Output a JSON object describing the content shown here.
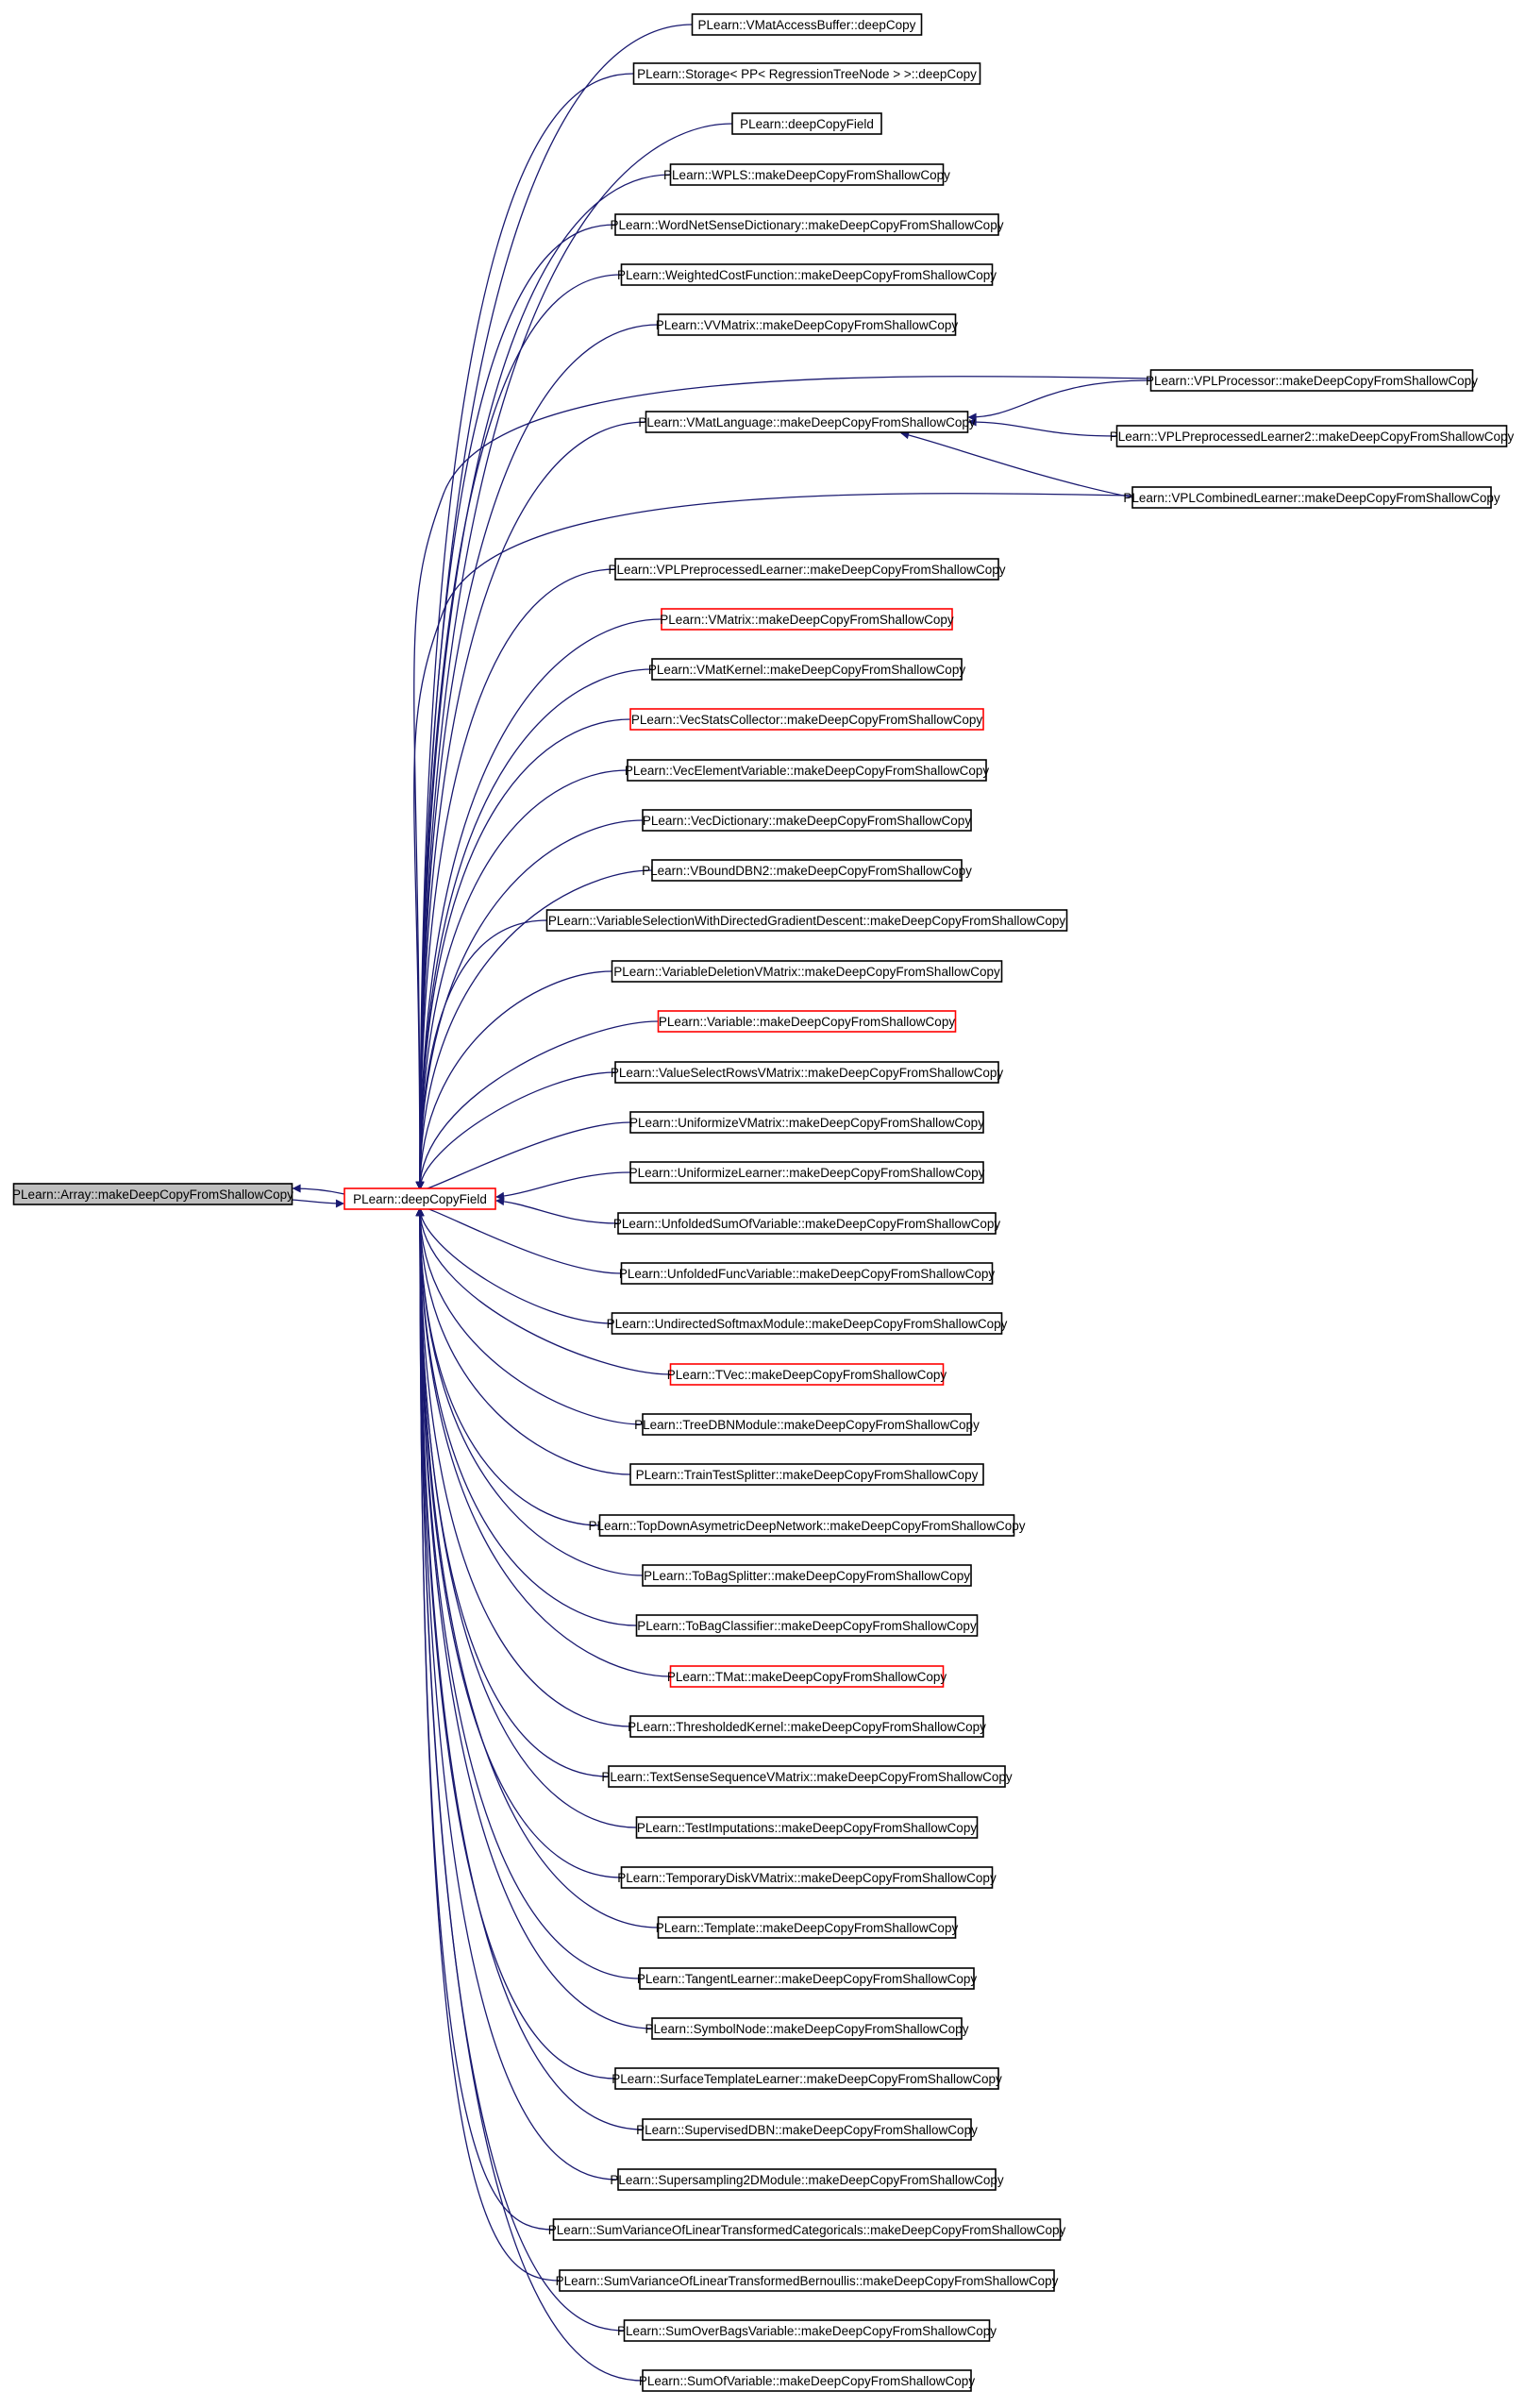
{
  "colors": {
    "edge": "#191970",
    "border_normal": "#000000",
    "border_highlight": "#ff0000",
    "root_fill": "#bfbfbf",
    "node_fill": "#ffffff"
  },
  "root": {
    "label": "PLearn::Array::makeDeepCopyFromShallowCopy"
  },
  "hub": {
    "label": "PLearn::deepCopyField"
  },
  "callers": [
    {
      "label": "PLearn::VMatAccessBuffer::deepCopy",
      "highlight": false
    },
    {
      "label": "PLearn::Storage< PP< RegressionTreeNode > >::deepCopy",
      "highlight": false
    },
    {
      "label": "PLearn::deepCopyField",
      "highlight": false
    },
    {
      "label": "PLearn::WPLS::makeDeepCopyFromShallowCopy",
      "highlight": false
    },
    {
      "label": "PLearn::WordNetSenseDictionary::makeDeepCopyFromShallowCopy",
      "highlight": false
    },
    {
      "label": "PLearn::WeightedCostFunction::makeDeepCopyFromShallowCopy",
      "highlight": false
    },
    {
      "label": "PLearn::VVMatrix::makeDeepCopyFromShallowCopy",
      "highlight": false
    },
    {
      "label": "PLearn::VMatLanguage::makeDeepCopyFromShallowCopy",
      "highlight": false
    },
    {
      "label": "PLearn::VPLPreprocessedLearner::makeDeepCopyFromShallowCopy",
      "highlight": false
    },
    {
      "label": "PLearn::VMatrix::makeDeepCopyFromShallowCopy",
      "highlight": true
    },
    {
      "label": "PLearn::VMatKernel::makeDeepCopyFromShallowCopy",
      "highlight": false
    },
    {
      "label": "PLearn::VecStatsCollector::makeDeepCopyFromShallowCopy",
      "highlight": true
    },
    {
      "label": "PLearn::VecElementVariable::makeDeepCopyFromShallowCopy",
      "highlight": false
    },
    {
      "label": "PLearn::VecDictionary::makeDeepCopyFromShallowCopy",
      "highlight": false
    },
    {
      "label": "PLearn::VBoundDBN2::makeDeepCopyFromShallowCopy",
      "highlight": false
    },
    {
      "label": "PLearn::VariableSelectionWithDirectedGradientDescent::makeDeepCopyFromShallowCopy",
      "highlight": false
    },
    {
      "label": "PLearn::VariableDeletionVMatrix::makeDeepCopyFromShallowCopy",
      "highlight": false
    },
    {
      "label": "PLearn::Variable::makeDeepCopyFromShallowCopy",
      "highlight": true
    },
    {
      "label": "PLearn::ValueSelectRowsVMatrix::makeDeepCopyFromShallowCopy",
      "highlight": false
    },
    {
      "label": "PLearn::UniformizeVMatrix::makeDeepCopyFromShallowCopy",
      "highlight": false
    },
    {
      "label": "PLearn::UniformizeLearner::makeDeepCopyFromShallowCopy",
      "highlight": false
    },
    {
      "label": "PLearn::UnfoldedSumOfVariable::makeDeepCopyFromShallowCopy",
      "highlight": false
    },
    {
      "label": "PLearn::UnfoldedFuncVariable::makeDeepCopyFromShallowCopy",
      "highlight": false
    },
    {
      "label": "PLearn::UndirectedSoftmaxModule::makeDeepCopyFromShallowCopy",
      "highlight": false
    },
    {
      "label": "PLearn::TVec::makeDeepCopyFromShallowCopy",
      "highlight": true
    },
    {
      "label": "PLearn::TreeDBNModule::makeDeepCopyFromShallowCopy",
      "highlight": false
    },
    {
      "label": "PLearn::TrainTestSplitter::makeDeepCopyFromShallowCopy",
      "highlight": false
    },
    {
      "label": "PLearn::TopDownAsymetricDeepNetwork::makeDeepCopyFromShallowCopy",
      "highlight": false
    },
    {
      "label": "PLearn::ToBagSplitter::makeDeepCopyFromShallowCopy",
      "highlight": false
    },
    {
      "label": "PLearn::ToBagClassifier::makeDeepCopyFromShallowCopy",
      "highlight": false
    },
    {
      "label": "PLearn::TMat::makeDeepCopyFromShallowCopy",
      "highlight": true
    },
    {
      "label": "PLearn::ThresholdedKernel::makeDeepCopyFromShallowCopy",
      "highlight": false
    },
    {
      "label": "PLearn::TextSenseSequenceVMatrix::makeDeepCopyFromShallowCopy",
      "highlight": false
    },
    {
      "label": "PLearn::TestImputations::makeDeepCopyFromShallowCopy",
      "highlight": false
    },
    {
      "label": "PLearn::TemporaryDiskVMatrix::makeDeepCopyFromShallowCopy",
      "highlight": false
    },
    {
      "label": "PLearn::Template::makeDeepCopyFromShallowCopy",
      "highlight": false
    },
    {
      "label": "PLearn::TangentLearner::makeDeepCopyFromShallowCopy",
      "highlight": false
    },
    {
      "label": "PLearn::SymbolNode::makeDeepCopyFromShallowCopy",
      "highlight": false
    },
    {
      "label": "PLearn::SurfaceTemplateLearner::makeDeepCopyFromShallowCopy",
      "highlight": false
    },
    {
      "label": "PLearn::SupervisedDBN::makeDeepCopyFromShallowCopy",
      "highlight": false
    },
    {
      "label": "PLearn::Supersampling2DModule::makeDeepCopyFromShallowCopy",
      "highlight": false
    },
    {
      "label": "PLearn::SumVarianceOfLinearTransformedCategoricals::makeDeepCopyFromShallowCopy",
      "highlight": false
    },
    {
      "label": "PLearn::SumVarianceOfLinearTransformedBernoullis::makeDeepCopyFromShallowCopy",
      "highlight": false
    },
    {
      "label": "PLearn::SumOverBagsVariable::makeDeepCopyFromShallowCopy",
      "highlight": false
    },
    {
      "label": "PLearn::SumOfVariable::makeDeepCopyFromShallowCopy",
      "highlight": false
    }
  ],
  "vpl_callers": [
    {
      "label": "PLearn::VPLProcessor::makeDeepCopyFromShallowCopy",
      "highlight": false
    },
    {
      "label": "PLearn::VPLPreprocessedLearner2::makeDeepCopyFromShallowCopy",
      "highlight": false
    },
    {
      "label": "PLearn::VPLCombinedLearner::makeDeepCopyFromShallowCopy",
      "highlight": false
    }
  ]
}
